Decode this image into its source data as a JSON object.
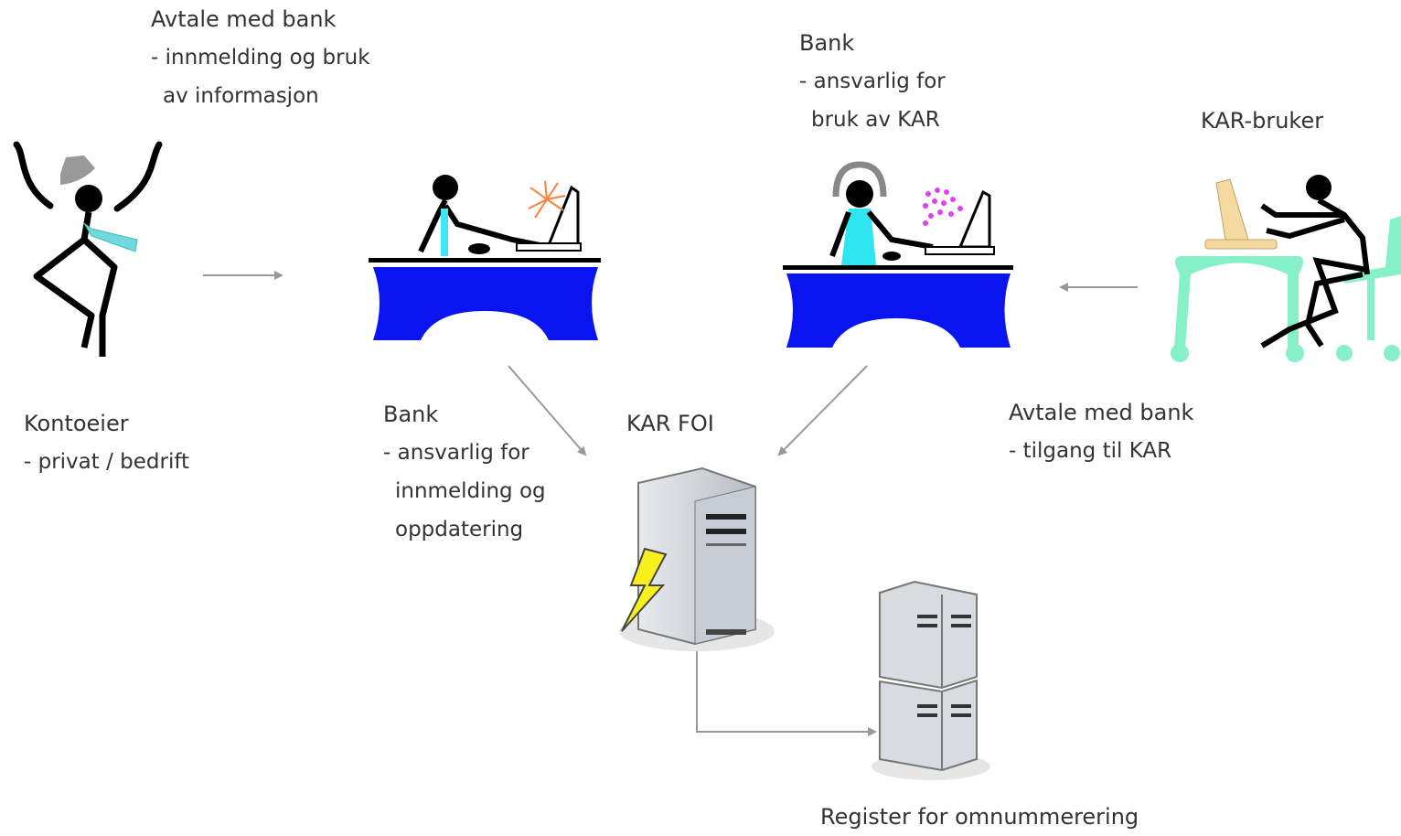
{
  "labels": {
    "agreement_top": {
      "title": "Avtale med bank",
      "line1": "- innmelding og bruk",
      "line2": "av informasjon"
    },
    "bank_right": {
      "title": "Bank",
      "line1": "- ansvarlig for",
      "line2": "bruk av KAR"
    },
    "kar_user": {
      "title": "KAR-bruker"
    },
    "account_owner": {
      "title": "Kontoeier",
      "line1": "- privat / bedrift"
    },
    "bank_left": {
      "title": "Bank",
      "line1": "- ansvarlig for",
      "line2": "innmelding og",
      "line3": "oppdatering"
    },
    "kar_foi": {
      "title": "KAR FOI"
    },
    "agreement_access": {
      "title": "Avtale med bank",
      "line1": "- tilgang til KAR"
    },
    "register": {
      "title": "Register for omnummerering"
    }
  },
  "colors": {
    "desk": "#0a14f0",
    "arrow": "#999999",
    "tie": "#6fd9dd",
    "hat": "#999999",
    "tie_bank1": "#3fe5f3",
    "bank2_shirt": "#2fe6f0",
    "sparks": "#ff7f3a",
    "pink_dots": "#e040f0",
    "kar_desk": "#86f0c8",
    "kar_monitor": "#f4d9a0",
    "lightning": "#f8f01a",
    "server": "#c8ccd4"
  }
}
